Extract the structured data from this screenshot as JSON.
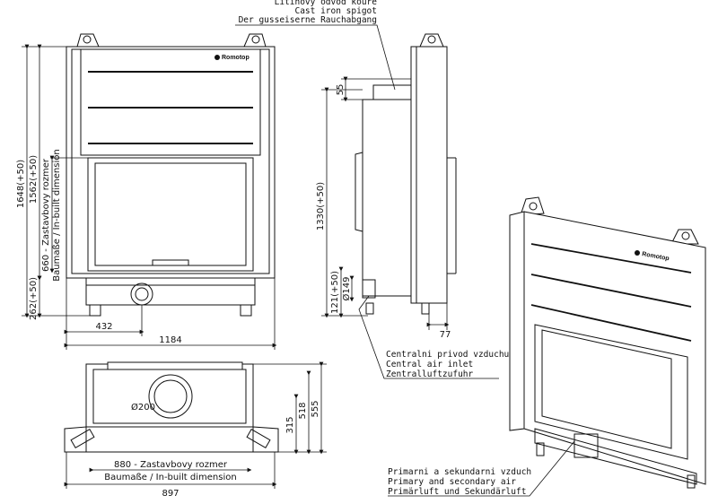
{
  "callouts": {
    "flue": [
      "Litinový odvod kouře",
      "Cast iron spigot",
      "Der gusseiserne Rauchabgang"
    ],
    "air_inlet": [
      "Centralni privod vzduchu",
      "Central air inlet",
      "Zentralluftzufuhr"
    ],
    "primary_secondary": [
      "Primarni a sekundarni vzduch",
      "Primary and secondary air",
      "Primärluft und Sekundärluft"
    ]
  },
  "brand": "Romotop",
  "front_view": {
    "height_total": "1648(+50)",
    "height_inner": "1562(+50)",
    "height_built_in": "660 - Zastavbovy rozmer",
    "height_built_in_2": "Baumaße / In-built dimension",
    "height_base": "262(+50)",
    "width_partial": "432",
    "width_total": "1184"
  },
  "side_view": {
    "spigot": "55",
    "height_side": "1330(+50)",
    "air_height": "121(+50)",
    "air_diameter": "Ø149",
    "depth_small": "77"
  },
  "plan_view": {
    "diameter": "Ø200",
    "depth_315": "315",
    "depth_518": "518",
    "depth_555": "555",
    "width_built_in": "880 - Zastavbovy rozmer",
    "width_built_in_2": "Baumaße / In-built dimension",
    "width_total": "897"
  }
}
